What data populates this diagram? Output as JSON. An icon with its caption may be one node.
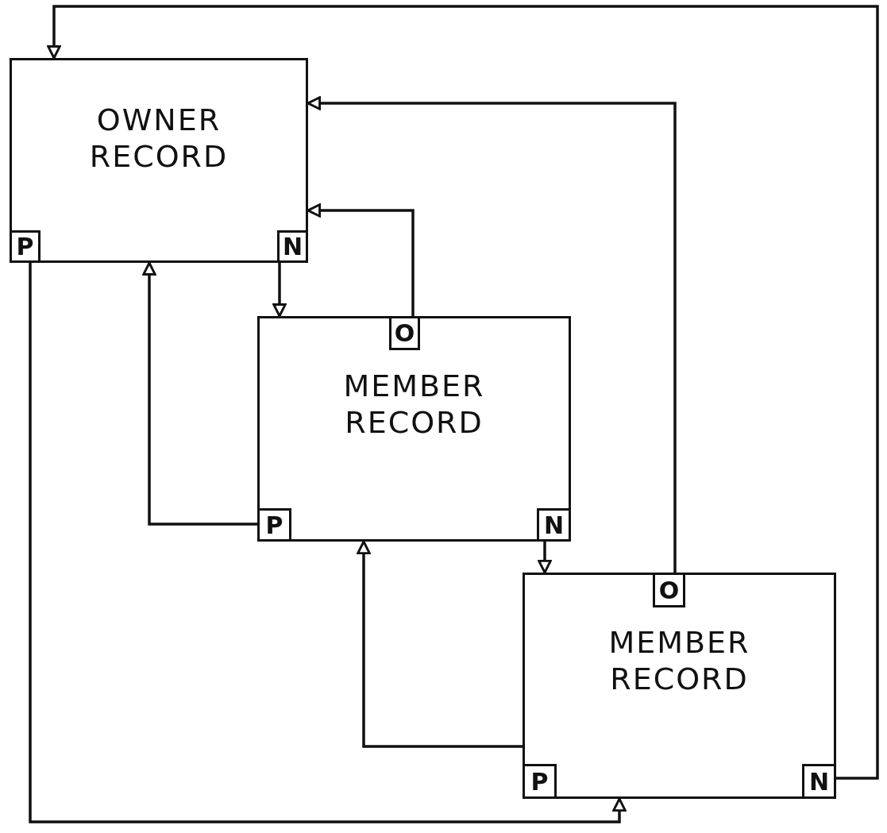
{
  "diagram": {
    "nodes": [
      {
        "text": [
          "OWNER RECORD"
        ]
      },
      {
        "text": [
          "P"
        ],
        "in": 0
      },
      {
        "text": [
          "N"
        ],
        "in": 0
      },
      {
        "text": [
          "MEMBER RECORD"
        ]
      },
      {
        "text": [
          "O"
        ],
        "in": 3
      },
      {
        "text": [
          "P"
        ],
        "in": 3
      },
      {
        "text": [
          "N"
        ],
        "in": 3
      },
      {
        "text": [
          "MEMBER RECORD"
        ]
      },
      {
        "text": [
          "O"
        ],
        "in": 7
      },
      {
        "text": [
          "P"
        ],
        "in": 7
      },
      {
        "text": [
          "N"
        ],
        "in": 7
      }
    ],
    "edges": [
      {
        "from": 2,
        "to": 3,
        "arrow": "to"
      },
      {
        "from": 4,
        "to": 0,
        "arrow": "to"
      },
      {
        "from": 5,
        "to": 0,
        "arrow": "to"
      },
      {
        "from": 6,
        "to": 7,
        "arrow": "to"
      },
      {
        "from": 8,
        "to": 0,
        "arrow": "to"
      },
      {
        "from": 9,
        "to": 3,
        "arrow": "to"
      },
      {
        "from": 10,
        "to": 0,
        "arrow": "to"
      },
      {
        "from": 1,
        "to": 7,
        "arrow": "to"
      }
    ]
  }
}
